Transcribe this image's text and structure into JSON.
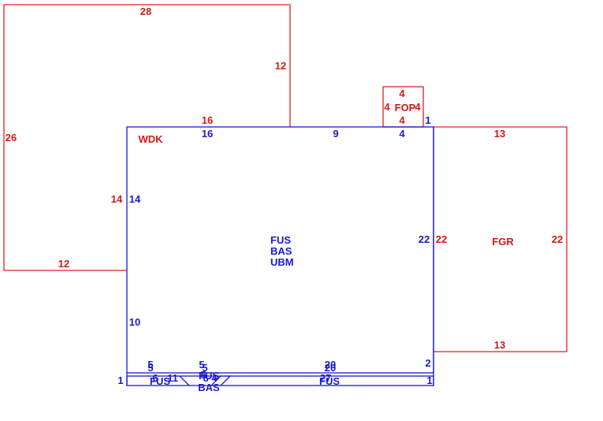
{
  "colors": {
    "wdk_fop_fgr": "#e02020",
    "main": "#1a1ad0"
  },
  "wdk": {
    "top": "28",
    "right_upper": "12",
    "left": "26",
    "right_lower": "16",
    "inner_left": "14",
    "bottom": "12",
    "label": "WDK"
  },
  "fop": {
    "top": "4",
    "left": "4",
    "right": "4",
    "bottom": "4",
    "label": "FOP"
  },
  "main": {
    "top_left": "16",
    "top_mid": "9",
    "top_right": "4",
    "top_corner": "1",
    "left_upper": "14",
    "left_lower": "10",
    "right": "22",
    "right_bottom": "2",
    "labels": [
      "FUS",
      "BAS",
      "UBM"
    ]
  },
  "fgr": {
    "top": "13",
    "left": "22",
    "right": "22",
    "bottom": "13",
    "label": "FGR"
  },
  "bottom_strip": {
    "left_end": "1",
    "right_end": "1",
    "dims_a": [
      "5",
      "5",
      "5",
      "5"
    ],
    "dims_b": [
      "20",
      "20"
    ],
    "overlap_small": [
      "6",
      "11",
      "6",
      "4",
      "5",
      "27"
    ],
    "label_left": "FUS",
    "label_mid_a": "FUS",
    "label_mid_b": "BAS",
    "label_right": "FUS"
  }
}
